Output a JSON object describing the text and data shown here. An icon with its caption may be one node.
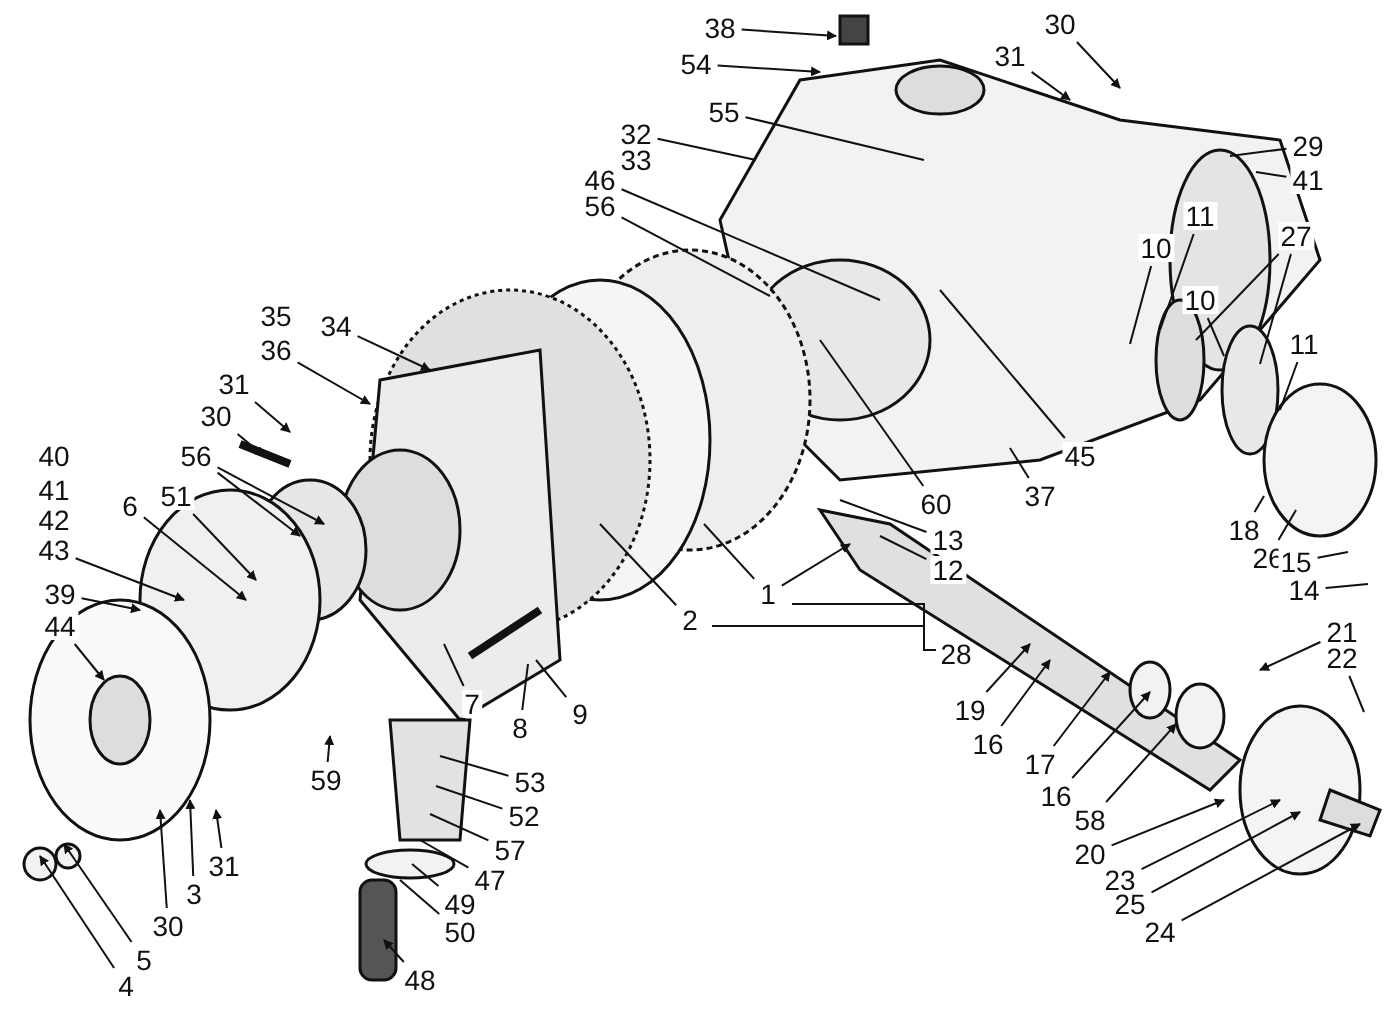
{
  "diagram": {
    "nodes": [
      {
        "text": [
          "38"
        ]
      },
      {
        "text": [
          "30"
        ]
      },
      {
        "text": [
          "31"
        ]
      },
      {
        "text": [
          "54"
        ]
      },
      {
        "text": [
          "55"
        ]
      },
      {
        "text": [
          "32"
        ]
      },
      {
        "text": [
          "29"
        ]
      },
      {
        "text": [
          "46"
        ]
      },
      {
        "text": [
          "41"
        ]
      },
      {
        "text": [
          "56"
        ]
      },
      {
        "text": [
          "11"
        ]
      },
      {
        "text": [
          "10"
        ]
      },
      {
        "text": [
          "27"
        ]
      },
      {
        "text": [
          "10"
        ]
      },
      {
        "text": [
          "11"
        ]
      },
      {
        "text": [
          "34"
        ]
      },
      {
        "text": [
          "36"
        ]
      },
      {
        "text": [
          "31"
        ]
      },
      {
        "text": [
          "30"
        ]
      },
      {
        "text": [
          "56"
        ]
      },
      {
        "text": [
          "45"
        ]
      },
      {
        "text": [
          "43"
        ]
      },
      {
        "text": [
          "51"
        ]
      },
      {
        "text": [
          "6"
        ]
      },
      {
        "text": [
          "60"
        ]
      },
      {
        "text": [
          "37"
        ]
      },
      {
        "text": [
          "18"
        ]
      },
      {
        "text": [
          "13"
        ]
      },
      {
        "text": [
          "26"
        ]
      },
      {
        "text": [
          "15"
        ]
      },
      {
        "text": [
          "12"
        ]
      },
      {
        "text": [
          "14"
        ]
      },
      {
        "text": [
          "39"
        ]
      },
      {
        "text": [
          "1"
        ]
      },
      {
        "text": [
          "2"
        ]
      },
      {
        "text": [
          "44"
        ]
      },
      {
        "text": [
          "21"
        ]
      },
      {
        "text": [
          "22"
        ]
      },
      {
        "text": [
          "19"
        ]
      },
      {
        "text": [
          "16"
        ]
      },
      {
        "text": [
          "9"
        ]
      },
      {
        "text": [
          "17"
        ]
      },
      {
        "text": [
          "7"
        ]
      },
      {
        "text": [
          "8"
        ]
      },
      {
        "text": [
          "16"
        ]
      },
      {
        "text": [
          "59"
        ]
      },
      {
        "text": [
          "53"
        ]
      },
      {
        "text": [
          "58"
        ]
      },
      {
        "text": [
          "52"
        ]
      },
      {
        "text": [
          "20"
        ]
      },
      {
        "text": [
          "57"
        ]
      },
      {
        "text": [
          "23"
        ]
      },
      {
        "text": [
          "31"
        ]
      },
      {
        "text": [
          "47"
        ]
      },
      {
        "text": [
          "3"
        ]
      },
      {
        "text": [
          "49"
        ]
      },
      {
        "text": [
          "25"
        ]
      },
      {
        "text": [
          "30"
        ]
      },
      {
        "text": [
          "50"
        ]
      },
      {
        "text": [
          "24"
        ]
      },
      {
        "text": [
          "5"
        ]
      },
      {
        "text": [
          "4"
        ]
      },
      {
        "text": [
          "48"
        ]
      }
    ],
    "edges": [
      {
        "from": 0,
        "to": null,
        "arrow": "to"
      },
      {
        "from": 1,
        "to": null,
        "arrow": "to"
      },
      {
        "from": 2,
        "to": null,
        "arrow": "to"
      },
      {
        "from": 3,
        "to": null,
        "arrow": "to"
      },
      {
        "from": 4,
        "to": null,
        "arrow": "none"
      },
      {
        "from": 5,
        "to": null,
        "arrow": "none"
      },
      {
        "from": 6,
        "to": null,
        "arrow": "none"
      },
      {
        "from": 7,
        "to": null,
        "arrow": "none"
      },
      {
        "from": 8,
        "to": null,
        "arrow": "none"
      },
      {
        "from": 9,
        "to": null,
        "arrow": "none"
      },
      {
        "from": 10,
        "to": null,
        "arrow": "none"
      },
      {
        "from": 11,
        "to": null,
        "arrow": "none"
      },
      {
        "from": 12,
        "to": null,
        "arrow": "none"
      },
      {
        "from": 12,
        "to": null,
        "arrow": "none"
      },
      {
        "from": 13,
        "to": null,
        "arrow": "none"
      },
      {
        "from": 14,
        "to": null,
        "arrow": "none"
      },
      {
        "from": 15,
        "to": null,
        "arrow": "to"
      },
      {
        "from": 16,
        "to": null,
        "arrow": "to"
      },
      {
        "from": 17,
        "to": null,
        "arrow": "to"
      },
      {
        "from": 18,
        "to": null,
        "arrow": "to"
      },
      {
        "from": 19,
        "to": null,
        "arrow": "to"
      },
      {
        "from": 19,
        "to": null,
        "arrow": "to"
      },
      {
        "from": 20,
        "to": null,
        "arrow": "none"
      },
      {
        "from": 21,
        "to": null,
        "arrow": "to"
      },
      {
        "from": 22,
        "to": null,
        "arrow": "to"
      },
      {
        "from": 23,
        "to": null,
        "arrow": "to"
      },
      {
        "from": 24,
        "to": null,
        "arrow": "none"
      },
      {
        "from": 25,
        "to": null,
        "arrow": "none"
      },
      {
        "from": 26,
        "to": null,
        "arrow": "none"
      },
      {
        "from": 27,
        "to": null,
        "arrow": "none"
      },
      {
        "from": 28,
        "to": null,
        "arrow": "none"
      },
      {
        "from": 29,
        "to": null,
        "arrow": "none"
      },
      {
        "from": 30,
        "to": null,
        "arrow": "none"
      },
      {
        "from": 31,
        "to": null,
        "arrow": "none"
      },
      {
        "from": 32,
        "to": null,
        "arrow": "to"
      },
      {
        "from": 33,
        "to": null,
        "arrow": "none"
      },
      {
        "from": 33,
        "to": null,
        "arrow": "to"
      },
      {
        "from": 34,
        "to": null,
        "arrow": "none"
      },
      {
        "from": 35,
        "to": null,
        "arrow": "to"
      },
      {
        "from": 36,
        "to": null,
        "arrow": "to"
      },
      {
        "from": 37,
        "to": null,
        "arrow": "none"
      },
      {
        "from": 38,
        "to": null,
        "arrow": "to"
      },
      {
        "from": 39,
        "to": null,
        "arrow": "to"
      },
      {
        "from": 40,
        "to": null,
        "arrow": "none"
      },
      {
        "from": 41,
        "to": null,
        "arrow": "to"
      },
      {
        "from": 42,
        "to": null,
        "arrow": "none"
      },
      {
        "from": 43,
        "to": null,
        "arrow": "none"
      },
      {
        "from": 44,
        "to": null,
        "arrow": "to"
      },
      {
        "from": 45,
        "to": null,
        "arrow": "to"
      },
      {
        "from": 46,
        "to": null,
        "arrow": "none"
      },
      {
        "from": 47,
        "to": null,
        "arrow": "to"
      },
      {
        "from": 48,
        "to": null,
        "arrow": "none"
      },
      {
        "from": 49,
        "to": null,
        "arrow": "to"
      },
      {
        "from": 50,
        "to": null,
        "arrow": "none"
      },
      {
        "from": 51,
        "to": null,
        "arrow": "to"
      },
      {
        "from": 52,
        "to": null,
        "arrow": "to"
      },
      {
        "from": 53,
        "to": null,
        "arrow": "none"
      },
      {
        "from": 54,
        "to": null,
        "arrow": "to"
      },
      {
        "from": 55,
        "to": null,
        "arrow": "none"
      },
      {
        "from": 56,
        "to": null,
        "arrow": "to"
      },
      {
        "from": 57,
        "to": null,
        "arrow": "to"
      },
      {
        "from": 58,
        "to": null,
        "arrow": "none"
      },
      {
        "from": 59,
        "to": null,
        "arrow": "to"
      },
      {
        "from": 60,
        "to": null,
        "arrow": "to"
      },
      {
        "from": 61,
        "to": null,
        "arrow": "to"
      },
      {
        "from": 62,
        "to": null,
        "arrow": "to"
      }
    ],
    "labels": [
      "35",
      "33",
      "40",
      "41",
      "42",
      "28"
    ]
  }
}
